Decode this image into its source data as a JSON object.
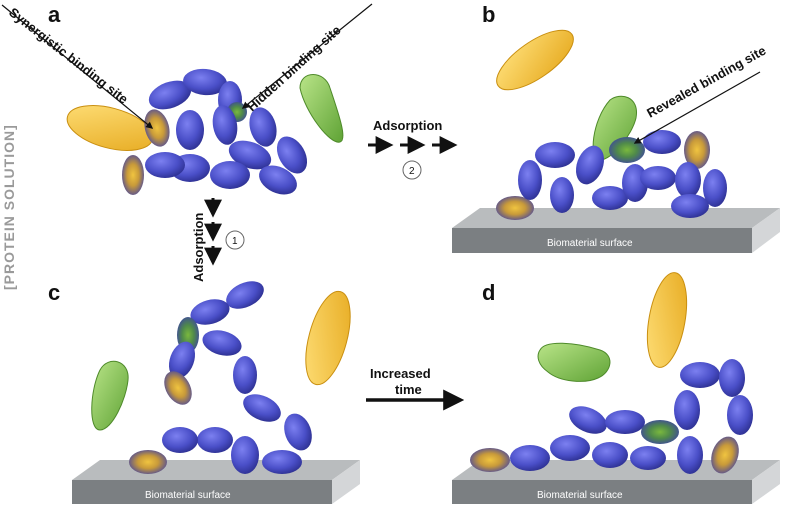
{
  "panels": [
    "a",
    "b",
    "c",
    "d"
  ],
  "side_label": "[PROTEIN SOLUTION]",
  "callouts": {
    "synergistic": "Synergistic binding site",
    "hidden": "Hidden binding site",
    "revealed": "Revealed binding site"
  },
  "steps": {
    "adsorption_1_label": "Adsorption",
    "adsorption_1_number": "1",
    "adsorption_2_label": "Adsorption",
    "adsorption_2_number": "2",
    "increased_time_line1": "Increased",
    "increased_time_line2": "time"
  },
  "surface_label": "Biomaterial surface",
  "colors": {
    "protein_blue": "#4a4fc8",
    "protein_blue_dark": "#2c2f8f",
    "binding_site_yellow": "#e0b63a",
    "binding_site_green": "#6aa83a",
    "yellow_ligand": "#f2c43a",
    "green_ligand": "#8cc850",
    "surface_top": "#b9bcbe",
    "surface_front": "#7b7f82",
    "side_label": "#9a9a9a"
  }
}
